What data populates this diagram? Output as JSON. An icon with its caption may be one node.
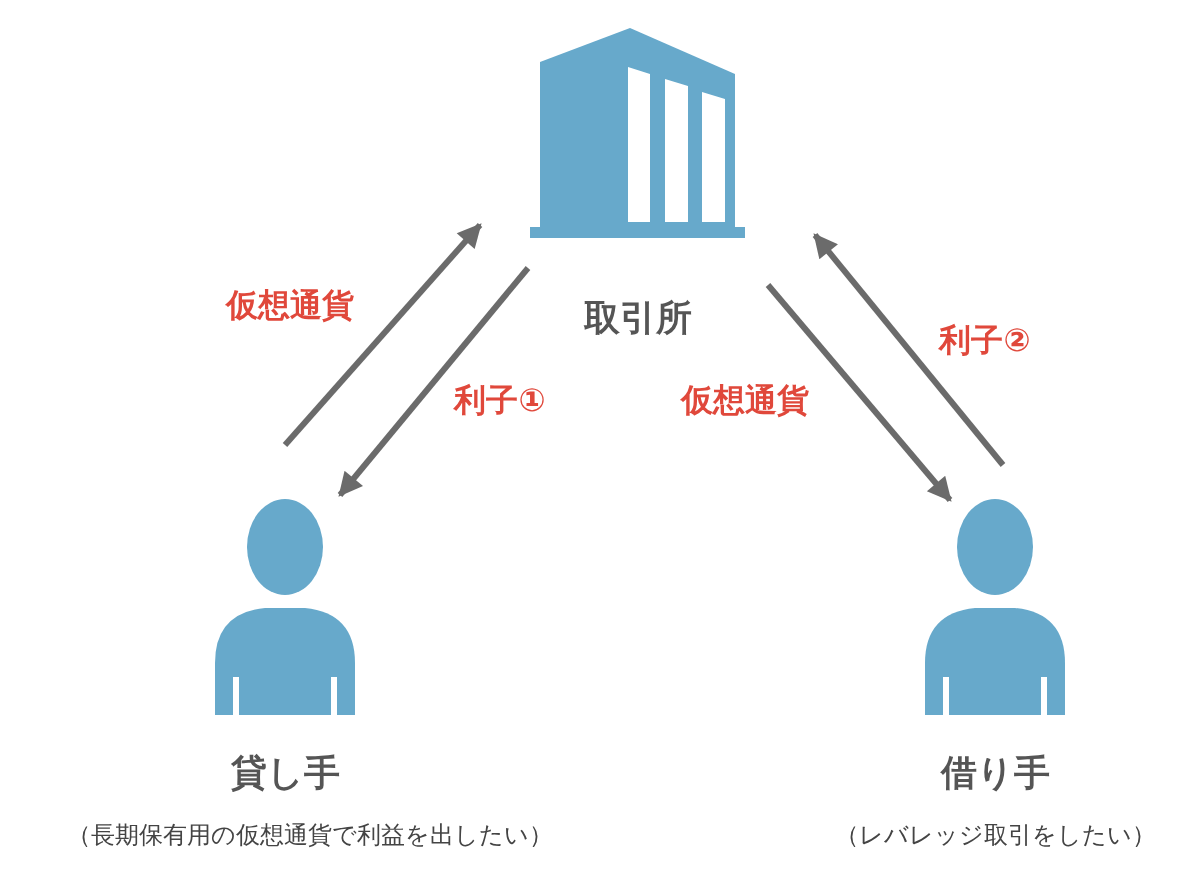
{
  "diagram": {
    "nodes": [
      {
        "text": [
          "取引所"
        ]
      },
      {
        "text": [
          "貸し手"
        ],
        "beside": [
          "（長期保有用の仮想通貨で利益を出したい）"
        ]
      },
      {
        "text": [
          "借り手"
        ],
        "beside": [
          "（レバレッジ取引をしたい）"
        ]
      }
    ],
    "edges": [
      {
        "from": 1,
        "to": 0,
        "arrow": "to",
        "label": "仮想通貨"
      },
      {
        "from": 0,
        "to": 1,
        "arrow": "to",
        "label": "利子①"
      },
      {
        "from": 0,
        "to": 2,
        "arrow": "to",
        "label": "仮想通貨"
      },
      {
        "from": 2,
        "to": 0,
        "arrow": "to",
        "label": "利子②"
      }
    ]
  }
}
